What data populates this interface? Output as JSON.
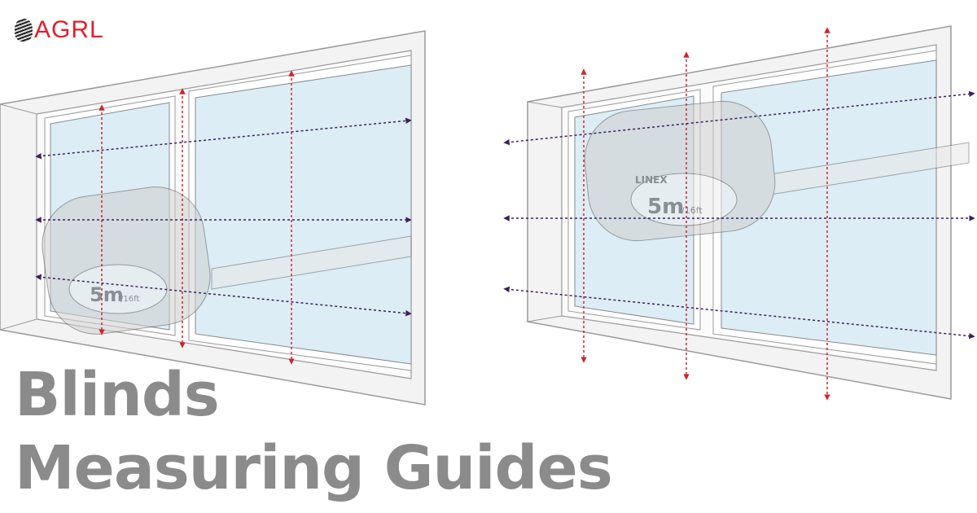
{
  "logo": {
    "text": "AGRL",
    "color": "#e3202a"
  },
  "title": {
    "line1": "Blinds",
    "line2": "Measuring Guides",
    "color": "#8b8b8b"
  },
  "illustration": {
    "tape_measure_label": "LINEX",
    "tape_measure_size": "5m",
    "tape_measure_size_sub": "/16ft",
    "arrow_colors": {
      "vertical": "#d1232f",
      "horizontal": "#3d1f5c"
    },
    "glass_color": "#dcedf6",
    "frame_color": "#f4f3f4"
  }
}
